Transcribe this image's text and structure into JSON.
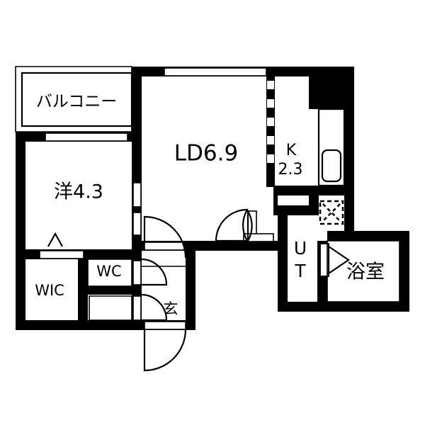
{
  "document": {
    "kind": "floor-plan",
    "plan_type": "1LDK",
    "background_color": "#ffffff",
    "line_color": "#000000"
  },
  "rooms": [
    {
      "id": "balcony",
      "label": "バルコニー",
      "name": "balcony"
    },
    {
      "id": "bedroom",
      "label": "洋4.3",
      "name": "western-room"
    },
    {
      "id": "ld",
      "label": "LD6.9",
      "name": "living-dining"
    },
    {
      "id": "kitchen",
      "label": "K",
      "name": "kitchen"
    },
    {
      "id": "kitchen_area",
      "label": "2.3",
      "name": "kitchen-area"
    },
    {
      "id": "wic",
      "label": "WIC",
      "name": "walk-in-closet"
    },
    {
      "id": "wc",
      "label": "WC",
      "name": "toilet"
    },
    {
      "id": "genkan",
      "label": "玄",
      "name": "entrance"
    },
    {
      "id": "ut",
      "label": "UT",
      "name": "utility-room"
    },
    {
      "id": "bath",
      "label": "浴室",
      "name": "bathroom"
    }
  ],
  "labels": {
    "balcony": "バルコニー",
    "bedroom": "洋4.3",
    "living_dining": "LD6.9",
    "kitchen": "K",
    "kitchen_size": "2.3",
    "wic": "WIC",
    "wc": "WC",
    "genkan": "玄",
    "utility_u": "U",
    "utility_t": "T",
    "bath": "浴室"
  },
  "fixtures": [
    {
      "id": "sink",
      "name": "kitchen-sink"
    },
    {
      "id": "washer-pan",
      "name": "washing-machine-pan"
    },
    {
      "id": "closet-marker",
      "name": "closet-rod-marker"
    },
    {
      "id": "counter",
      "name": "kitchen-counter"
    },
    {
      "id": "dash-wall",
      "name": "kitchen-partition"
    }
  ],
  "openings": [
    {
      "id": "entrance-door",
      "name": "entrance-door"
    },
    {
      "id": "wc-door",
      "name": "wc-door"
    },
    {
      "id": "genkan-door",
      "name": "genkan-inner-door"
    },
    {
      "id": "bedroom-door",
      "name": "bedroom-door"
    },
    {
      "id": "hall-ld-door",
      "name": "hall-to-ld-door"
    },
    {
      "id": "bath-door",
      "name": "bathroom-folding-door"
    },
    {
      "id": "ld-window",
      "name": "living-dining-window"
    },
    {
      "id": "balcony-window",
      "name": "balcony-window"
    }
  ]
}
